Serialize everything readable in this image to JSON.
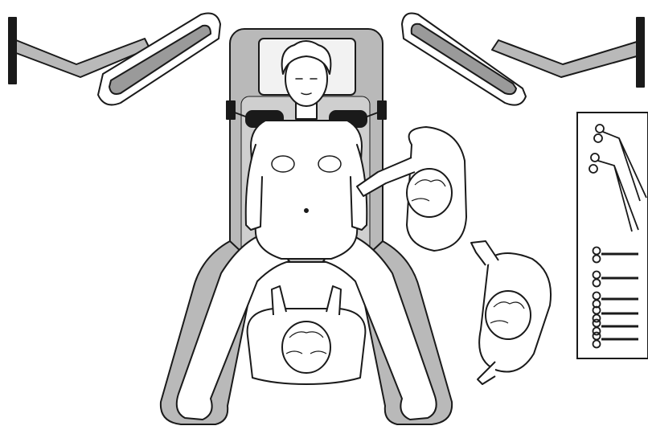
{
  "scene": {
    "table_color": "#b9b9b9",
    "padding_color": "#f2f2f2",
    "ink_color": "#1a1a1a",
    "skin_color": "#ffffff",
    "light_lens_color": "#9a9a9a",
    "elements": [
      "operating-table",
      "patient",
      "surgical-light-left",
      "surgical-light-right",
      "surgeon",
      "assistant-right-upper",
      "assistant-right-lower",
      "instrument-tray"
    ],
    "instrument_tray": {
      "forceps_count": 2,
      "clamp_count": 6
    }
  }
}
